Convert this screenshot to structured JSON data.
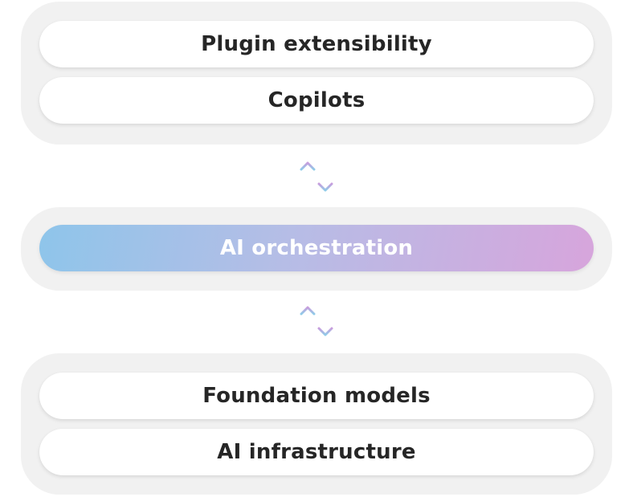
{
  "diagram": {
    "top_group": {
      "items": [
        {
          "label": "Plugin extensibility"
        },
        {
          "label": "Copilots"
        }
      ]
    },
    "middle_group": {
      "label": "AI orchestration"
    },
    "bottom_group": {
      "items": [
        {
          "label": "Foundation models"
        },
        {
          "label": "AI infrastructure"
        }
      ]
    },
    "connectors": [
      {
        "icon": "bidirectional-arrows-icon"
      },
      {
        "icon": "bidirectional-arrows-icon"
      }
    ],
    "colors": {
      "group_background": "#f1f1f1",
      "pill_background": "#ffffff",
      "text": "#262626",
      "gradient_start": "#8ec5ea",
      "gradient_end": "#d7a5dc"
    }
  }
}
